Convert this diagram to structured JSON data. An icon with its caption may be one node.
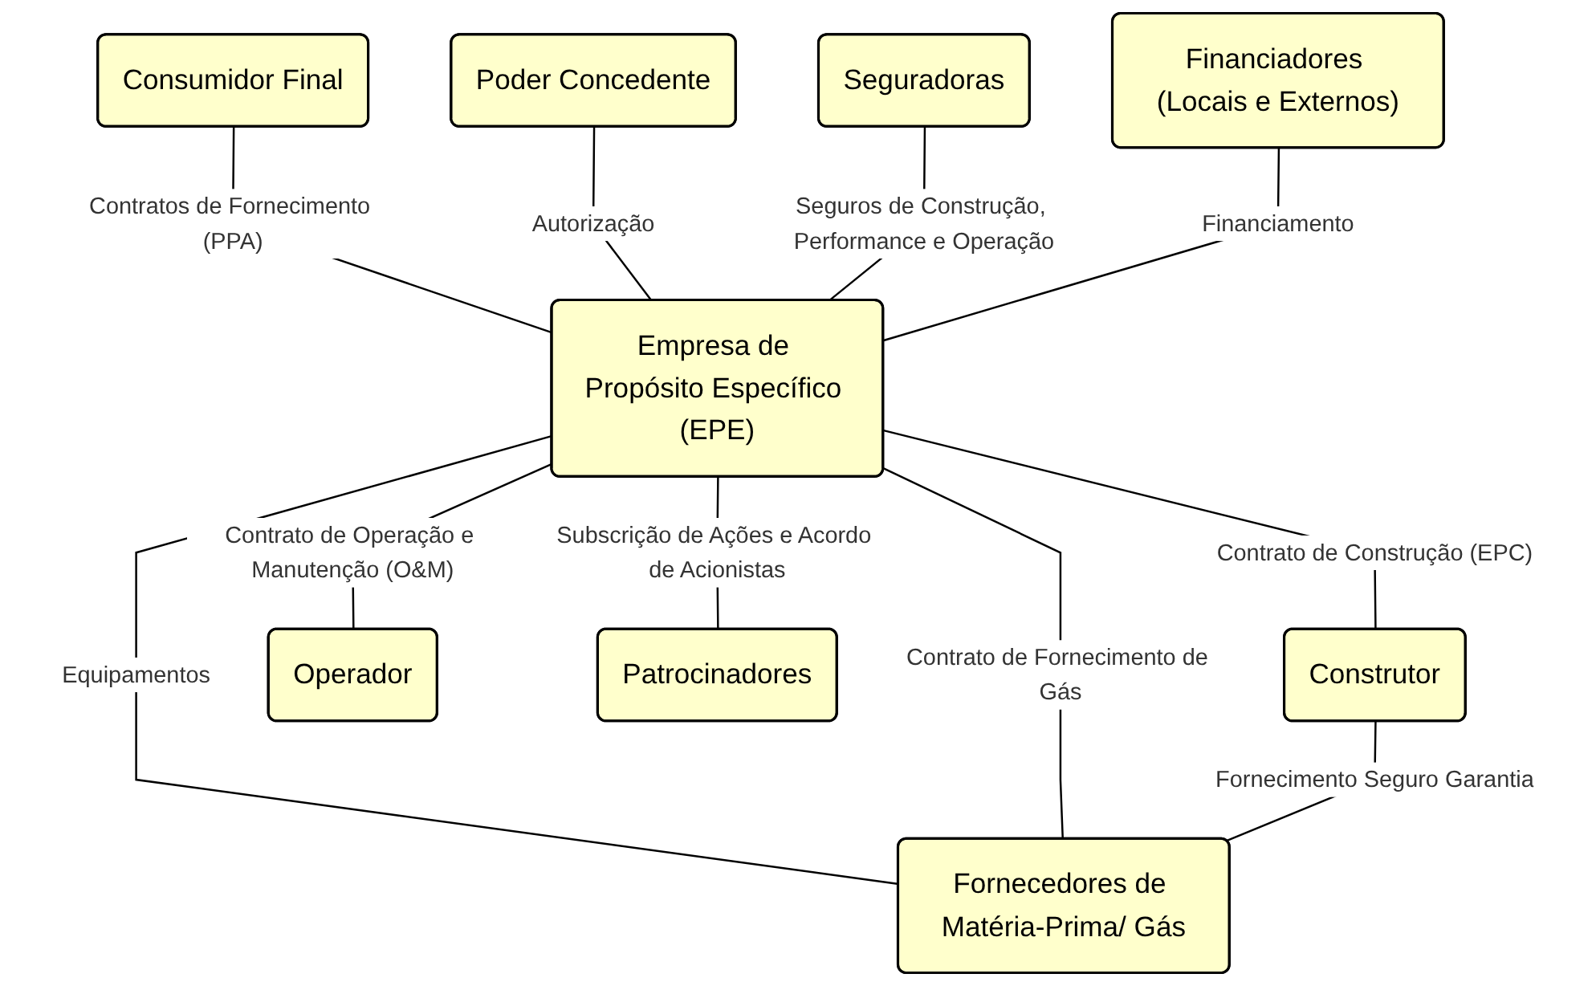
{
  "diagram": {
    "nodes": [
      {
        "text": [
          "Empresa de Propósito Específico (EPE)"
        ]
      },
      {
        "text": [
          "Consumidor Final"
        ]
      },
      {
        "text": [
          "Poder Concedente"
        ]
      },
      {
        "text": [
          "Seguradoras"
        ]
      },
      {
        "text": [
          "Financiadores (Locais e Externos)"
        ]
      },
      {
        "text": [
          "Construtor"
        ]
      },
      {
        "text": [
          "Operador"
        ]
      },
      {
        "text": [
          "Patrocinadores"
        ]
      },
      {
        "text": [
          "Fornecedores de Matéria-Prima/ Gás"
        ]
      }
    ],
    "edges": [
      {
        "from": 1,
        "to": 0,
        "arrow": "none",
        "label": "Contratos de Fornecimento (PPA)"
      },
      {
        "from": 2,
        "to": 0,
        "arrow": "none",
        "label": "Autorização"
      },
      {
        "from": 3,
        "to": 0,
        "arrow": "none",
        "label": "Seguros de Construção, Performance e Operação"
      },
      {
        "from": 4,
        "to": 0,
        "arrow": "none",
        "label": "Financiamento"
      },
      {
        "from": 0,
        "to": 5,
        "arrow": "none",
        "label": "Contrato de Construção (EPC)"
      },
      {
        "from": 0,
        "to": 6,
        "arrow": "none",
        "label": "Contrato de Operação e Manutenção (O&M)"
      },
      {
        "from": 0,
        "to": 7,
        "arrow": "none",
        "label": "Subscrição de Ações e Acordo de Acionistas"
      },
      {
        "from": 0,
        "to": 8,
        "arrow": "none",
        "label": "Equipamentos"
      },
      {
        "from": 0,
        "to": 8,
        "arrow": "none",
        "label": "Contrato de Fornecimento de Gás"
      },
      {
        "from": 5,
        "to": 8,
        "arrow": "none",
        "label": "Fornecimento Seguro Garantia"
      }
    ]
  }
}
